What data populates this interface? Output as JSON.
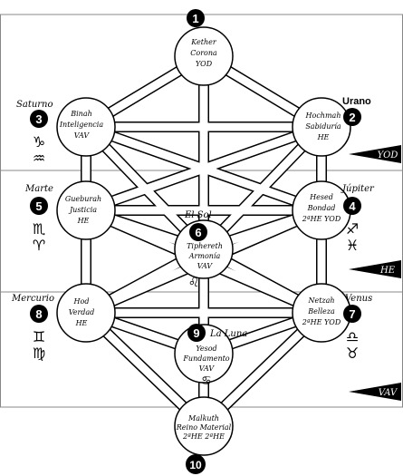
{
  "sefirot": [
    {
      "id": 1,
      "name": "Kether",
      "title": "Corona",
      "letter": "YOD",
      "planet": "",
      "sign": ""
    },
    {
      "id": 2,
      "name": "Hochmah",
      "title": "Sabiduría",
      "letter": "HE",
      "planet": "Urano",
      "sign": ""
    },
    {
      "id": 3,
      "name": "Binah",
      "title": "Inteligencia",
      "letter": "VAV",
      "planet": "Saturno",
      "sign": "♑ ♒"
    },
    {
      "id": 4,
      "name": "Hesed",
      "title": "Bondad",
      "letter": "2ªHE YOD",
      "planet": "Júpiter",
      "sign": "♐ ♓"
    },
    {
      "id": 5,
      "name": "Gueburah",
      "title": "Justicia",
      "letter": "HE",
      "planet": "Marte",
      "sign": "♏ ♈"
    },
    {
      "id": 6,
      "name": "Tiphereth",
      "title": "Armonía",
      "letter": "VAV",
      "planet": "El Sol",
      "sign": "♌"
    },
    {
      "id": 7,
      "name": "Netzah",
      "title": "Belleza",
      "letter": "2ªHE YOD",
      "planet": "Venus",
      "sign": "♎ ♉"
    },
    {
      "id": 8,
      "name": "Hod",
      "title": "Verdad",
      "letter": "HE",
      "planet": "Mercurio",
      "sign": "♊ ♍"
    },
    {
      "id": 9,
      "name": "Yesod",
      "title": "Fundamento",
      "letter": "VAV",
      "planet": "La Luna",
      "sign": "♋"
    },
    {
      "id": 10,
      "name": "Malkuth",
      "title": "Reino Material",
      "letter": "2ªHE 2ªHE",
      "planet": "",
      "sign": ""
    }
  ],
  "bands": [
    "YOD",
    "HE",
    "VAV"
  ]
}
